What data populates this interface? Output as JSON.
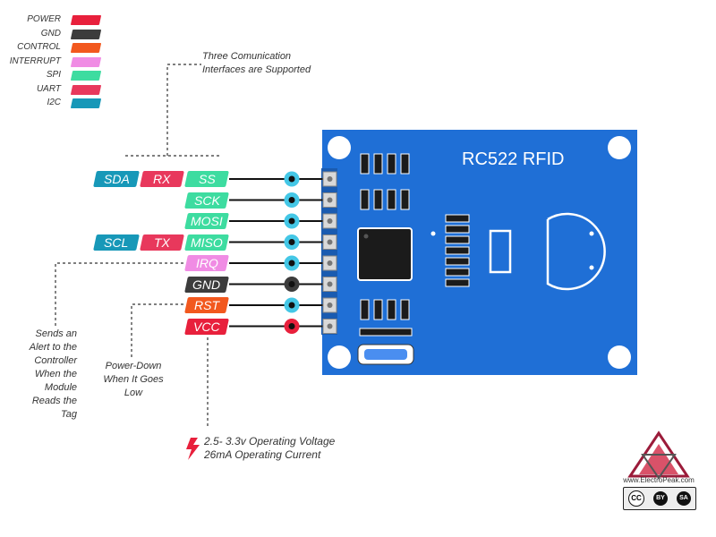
{
  "legend": [
    {
      "label": "POWER",
      "color": "#e8203c"
    },
    {
      "label": "GND",
      "color": "#3c3c3c"
    },
    {
      "label": "CONTROL",
      "color": "#f2581e"
    },
    {
      "label": "INTERRUPT",
      "color": "#f08ce4"
    },
    {
      "label": "SPI",
      "color": "#3ddca0"
    },
    {
      "label": "UART",
      "color": "#e8385c"
    },
    {
      "label": "I2C",
      "color": "#1798b8"
    }
  ],
  "interfaces_note": [
    "Three Comunication",
    "Interfaces are Supported"
  ],
  "pins": [
    {
      "label": "SS",
      "color": "#3ddca0",
      "pin_color": "#44c7e6"
    },
    {
      "label": "SCK",
      "color": "#3ddca0",
      "pin_color": "#44c7e6"
    },
    {
      "label": "MOSI",
      "color": "#3ddca0",
      "pin_color": "#44c7e6"
    },
    {
      "label": "MISO",
      "color": "#3ddca0",
      "pin_color": "#44c7e6"
    },
    {
      "label": "IRQ",
      "color": "#f08ce4",
      "pin_color": "#44c7e6"
    },
    {
      "label": "GND",
      "color": "#3c3c3c",
      "pin_color": "#3c3c3c"
    },
    {
      "label": "RST",
      "color": "#f2581e",
      "pin_color": "#44c7e6"
    },
    {
      "label": "VCC",
      "color": "#e8203c",
      "pin_color": "#e8203c"
    }
  ],
  "alt_tags": {
    "ss_row": [
      {
        "label": "SDA",
        "color": "#1798b8"
      },
      {
        "label": "RX",
        "color": "#e8385c"
      }
    ],
    "miso_row": [
      {
        "label": "SCL",
        "color": "#1798b8"
      },
      {
        "label": "TX",
        "color": "#e8385c"
      }
    ]
  },
  "board_title": "RC522 RFID",
  "board_color": "#1f6fd6",
  "irq_note": [
    "Sends an",
    "Alert to the",
    "Controller",
    "When the",
    "Module",
    "Reads the",
    "Tag"
  ],
  "rst_note": [
    "Power-Down",
    "When It Goes",
    "Low"
  ],
  "vcc_note": [
    "2.5- 3.3v Operating Voltage",
    "26mA Operating Current"
  ],
  "logo": {
    "site": "www.ElectroPeak.com",
    "license_icons": [
      "CC",
      "BY",
      "SA"
    ]
  }
}
